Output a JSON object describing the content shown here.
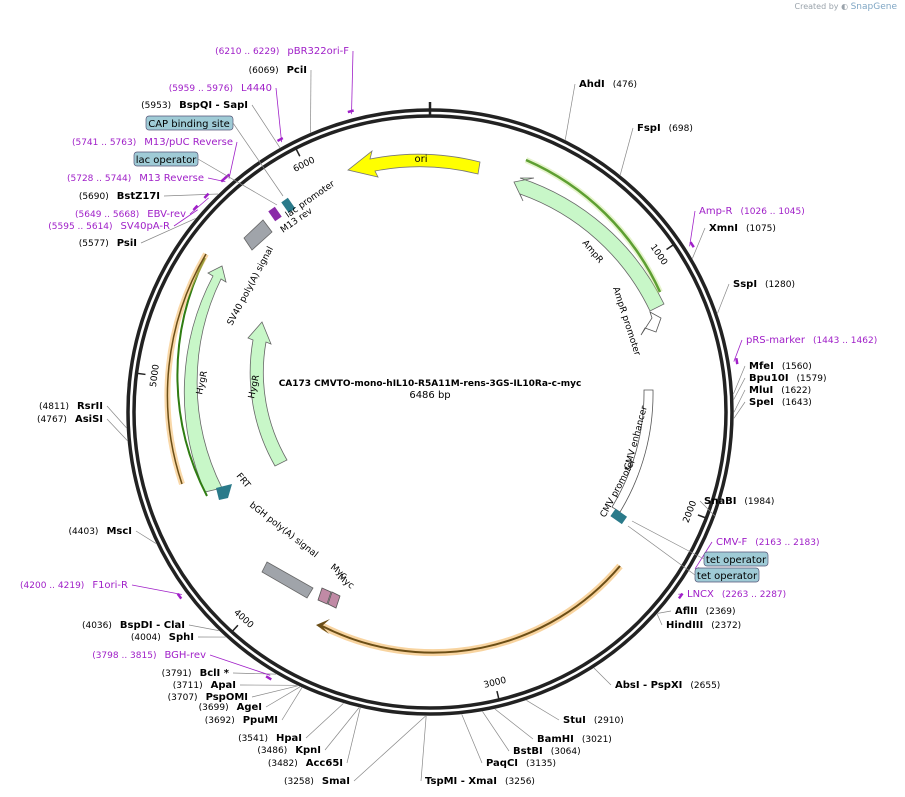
{
  "watermark": {
    "prefix": "Created by",
    "brand": "SnapGene"
  },
  "plasmid": {
    "name": "CA173 CMVTO-mono-hIL10-R5A11M-rens-3GS-IL10Ra-c-myc",
    "size_label": "6486 bp",
    "length": 6486
  },
  "ticks": [
    {
      "pos": 1000,
      "label": "1000"
    },
    {
      "pos": 2000,
      "label": "2000"
    },
    {
      "pos": 3000,
      "label": "3000"
    },
    {
      "pos": 4000,
      "label": "4000"
    },
    {
      "pos": 5000,
      "label": "5000"
    },
    {
      "pos": 6000,
      "label": "6000"
    }
  ],
  "colors": {
    "backbone": "#222222",
    "enzyme_text": "#000000",
    "primer": "#a020c8",
    "green_feature": "#c8f7c8",
    "yellow_feature": "#ffff00",
    "orange_feature": "#f4b860",
    "grey_feature": "#a0a4aa",
    "teal_feature": "#2a7a8a",
    "regulatory_box": "#9fcbd6"
  },
  "enzymes": [
    {
      "name": "AhdI",
      "pos": "(476)",
      "at": 476
    },
    {
      "name": "FspI",
      "pos": "(698)",
      "at": 698
    },
    {
      "name": "XmnI",
      "pos": "(1075)",
      "at": 1075
    },
    {
      "name": "SspI",
      "pos": "(1280)",
      "at": 1280
    },
    {
      "name": "MfeI",
      "pos": "(1560)",
      "at": 1560
    },
    {
      "name": "Bpu10I",
      "pos": "(1579)",
      "at": 1579
    },
    {
      "name": "MluI",
      "pos": "(1622)",
      "at": 1622
    },
    {
      "name": "SpeI",
      "pos": "(1643)",
      "at": 1643
    },
    {
      "name": "SnaBI",
      "pos": "(1984)",
      "at": 1984
    },
    {
      "name": "AflII",
      "pos": "(2369)",
      "at": 2369
    },
    {
      "name": "HindIII",
      "pos": "(2372)",
      "at": 2372
    },
    {
      "name": "AbsI - PspXI",
      "pos": "(2655)",
      "at": 2655
    },
    {
      "name": "StuI",
      "pos": "(2910)",
      "at": 2910
    },
    {
      "name": "BamHI",
      "pos": "(3021)",
      "at": 3021
    },
    {
      "name": "BstBI",
      "pos": "(3064)",
      "at": 3064
    },
    {
      "name": "PaqCI",
      "pos": "(3135)",
      "at": 3135
    },
    {
      "name": "TspMI - XmaI",
      "pos": "(3256)",
      "at": 3256
    },
    {
      "name": "SmaI",
      "pos": "(3258)",
      "at": 3258
    },
    {
      "name": "Acc65I",
      "pos": "(3482)",
      "at": 3482
    },
    {
      "name": "KpnI",
      "pos": "(3486)",
      "at": 3486
    },
    {
      "name": "HpaI",
      "pos": "(3541)",
      "at": 3541
    },
    {
      "name": "PpuMI",
      "pos": "(3692)",
      "at": 3692
    },
    {
      "name": "AgeI",
      "pos": "(3699)",
      "at": 3699
    },
    {
      "name": "PspOMI",
      "pos": "(3707)",
      "at": 3707
    },
    {
      "name": "ApaI",
      "pos": "(3711)",
      "at": 3711
    },
    {
      "name": "BclI *",
      "pos": "(3791)",
      "at": 3791
    },
    {
      "name": "SphI",
      "pos": "(4004)",
      "at": 4004
    },
    {
      "name": "BspDI - ClaI",
      "pos": "(4036)",
      "at": 4036
    },
    {
      "name": "MscI",
      "pos": "(4403)",
      "at": 4403
    },
    {
      "name": "AsiSI",
      "pos": "(4767)",
      "at": 4767
    },
    {
      "name": "RsrII",
      "pos": "(4811)",
      "at": 4811
    },
    {
      "name": "PsiI",
      "pos": "(5577)",
      "at": 5577
    },
    {
      "name": "BstZ17I",
      "pos": "(5690)",
      "at": 5690
    },
    {
      "name": "BspQI - SapI",
      "pos": "(5953)",
      "at": 5953
    },
    {
      "name": "PciI",
      "pos": "(6069)",
      "at": 6069
    }
  ],
  "primers": [
    {
      "name": "pBR322ori-F",
      "range": "(6210 .. 6229)",
      "at": 6220
    },
    {
      "name": "L4440",
      "range": "(5959 .. 5976)",
      "at": 5967
    },
    {
      "name": "M13/pUC Reverse",
      "range": "(5741 .. 5763)",
      "at": 5752
    },
    {
      "name": "M13 Reverse",
      "range": "(5728 .. 5744)",
      "at": 5736
    },
    {
      "name": "EBV-rev",
      "range": "(5649 .. 5668)",
      "at": 5658
    },
    {
      "name": "SV40pA-R",
      "range": "(5595 .. 5614)",
      "at": 5604
    },
    {
      "name": "Amp-R",
      "range": "(1026 .. 1045)",
      "at": 1035
    },
    {
      "name": "pRS-marker",
      "range": "(1443 .. 1462)",
      "at": 1452
    },
    {
      "name": "CMV-F",
      "range": "(2163 .. 2183)",
      "at": 2173
    },
    {
      "name": "LNCX",
      "range": "(2263 .. 2287)",
      "at": 2275
    },
    {
      "name": "F1ori-R",
      "range": "(4200 .. 4219)",
      "at": 4210
    },
    {
      "name": "BGH-rev",
      "range": "(3798 .. 3815)",
      "at": 3806
    }
  ],
  "boxed_features": [
    {
      "name": "CAP binding site"
    },
    {
      "name": "lac operator"
    },
    {
      "name": "tet operator"
    },
    {
      "name": "tet operator"
    }
  ],
  "features": {
    "ori": "ori",
    "ampr": "AmpR",
    "ampr_promoter": "AmpR promoter",
    "cmv_enhancer": "CMV enhancer",
    "cmv_promoter": "CMV promoter",
    "hygr_outer": "HygR",
    "hygr_inner": "HygR",
    "sv40": "SV40 poly(A) signal",
    "lac_promoter": "lac promoter",
    "m13_rev": "M13 rev",
    "frt": "FRT",
    "bgh": "bGH poly(A) signal",
    "myc1": "Myc",
    "myc2": "Myc"
  }
}
